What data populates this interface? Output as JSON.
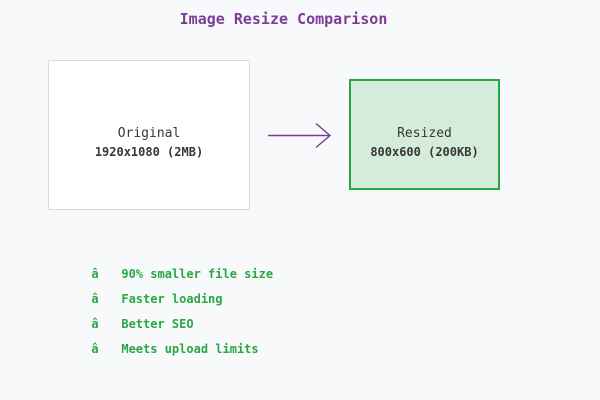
{
  "title": "Image Resize Comparison",
  "comparison": {
    "original": {
      "label": "Original",
      "details": "1920x1080 (2MB)"
    },
    "resized": {
      "label": "Resized",
      "details": "800x600 (200KB)"
    }
  },
  "benefits": {
    "bullet": "â",
    "items": [
      "90% smaller file size",
      "Faster loading",
      "Better SEO",
      "Meets upload limits"
    ]
  },
  "colors": {
    "background": "#f8f9fa",
    "title_purple": "#7d3c98",
    "arrow_purple": "#7d3c98",
    "benefit_green": "#28a745",
    "original_fill": "#ffffff",
    "original_border": "#d9dbe3",
    "resized_fill": "#d4ecd9",
    "resized_border": "#28a745",
    "box_text": "#373737"
  }
}
